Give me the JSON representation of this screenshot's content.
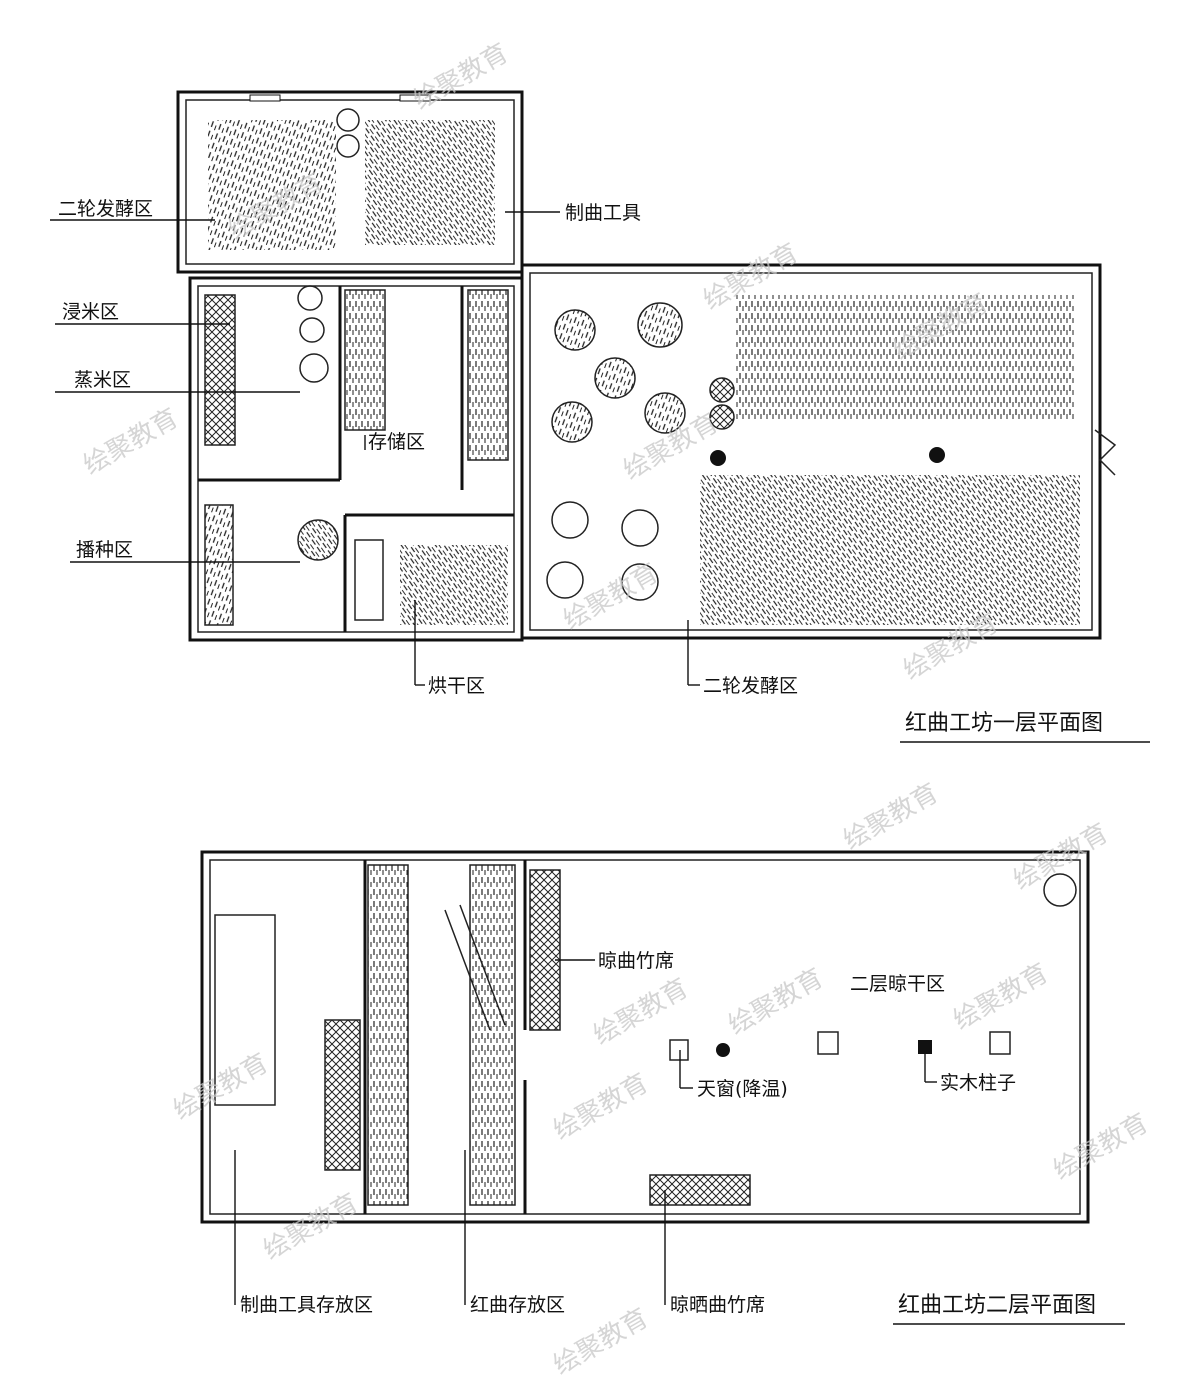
{
  "watermark": "绘聚教育",
  "floor1": {
    "title": "红曲工坊一层平面图",
    "labels": {
      "second_fermentation_top": "二轮发酵区",
      "koji_tools": "制曲工具",
      "rice_soaking": "浸米区",
      "rice_steaming": "蒸米区",
      "storage": "存储区",
      "inoculation": "播种区",
      "drying": "烘干区",
      "second_fermentation_bottom": "二轮发酵区"
    }
  },
  "floor2": {
    "title": "红曲工坊二层平面图",
    "labels": {
      "koji_drying_mat": "晾曲竹席",
      "second_floor_drying": "二层晾干区",
      "skylight": "天窗(降温)",
      "wood_column": "实木柱子",
      "tool_storage": "制曲工具存放区",
      "red_koji_storage": "红曲存放区",
      "sun_drying_mat": "晾晒曲竹席"
    }
  },
  "colors": {
    "ink": "#111111",
    "watermark": "#c8c8c8"
  }
}
